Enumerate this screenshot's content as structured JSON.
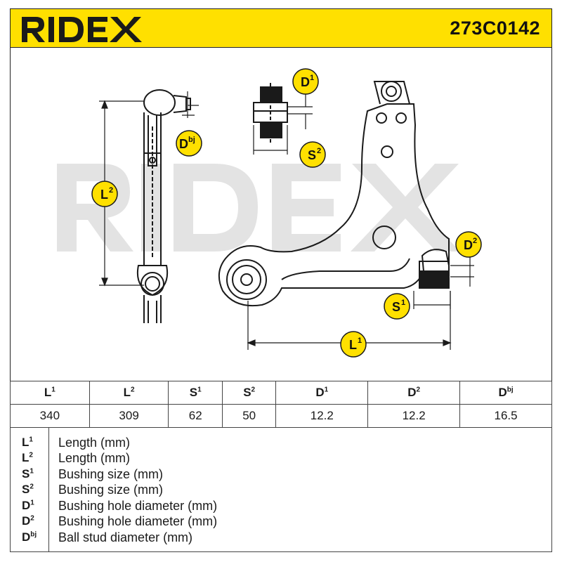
{
  "brand": {
    "name": "RIDEX",
    "accent_color": "#ffe000",
    "watermark": "RIDEX"
  },
  "part_number": "273C0142",
  "drawing_labels": {
    "L1": {
      "base": "L",
      "sup": "1"
    },
    "L2": {
      "base": "L",
      "sup": "2"
    },
    "S1": {
      "base": "S",
      "sup": "1"
    },
    "S2": {
      "base": "S",
      "sup": "2"
    },
    "D1": {
      "base": "D",
      "sup": "1"
    },
    "D2": {
      "base": "D",
      "sup": "2"
    },
    "Dbj": {
      "base": "D",
      "sup": "bj"
    }
  },
  "table": {
    "columns": [
      {
        "base": "L",
        "sup": "1"
      },
      {
        "base": "L",
        "sup": "2"
      },
      {
        "base": "S",
        "sup": "1"
      },
      {
        "base": "S",
        "sup": "2"
      },
      {
        "base": "D",
        "sup": "1"
      },
      {
        "base": "D",
        "sup": "2"
      },
      {
        "base": "D",
        "sup": "bj"
      }
    ],
    "values": [
      "340",
      "309",
      "62",
      "50",
      "12.2",
      "12.2",
      "16.5"
    ]
  },
  "legend": [
    {
      "base": "L",
      "sup": "1",
      "desc": "Length (mm)"
    },
    {
      "base": "L",
      "sup": "2",
      "desc": "Length (mm)"
    },
    {
      "base": "S",
      "sup": "1",
      "desc": "Bushing size (mm)"
    },
    {
      "base": "S",
      "sup": "2",
      "desc": "Bushing size (mm)"
    },
    {
      "base": "D",
      "sup": "1",
      "desc": "Bushing hole diameter (mm)"
    },
    {
      "base": "D",
      "sup": "2",
      "desc": "Bushing hole diameter (mm)"
    },
    {
      "base": "D",
      "sup": "bj",
      "desc": "Ball stud diameter (mm)"
    }
  ]
}
